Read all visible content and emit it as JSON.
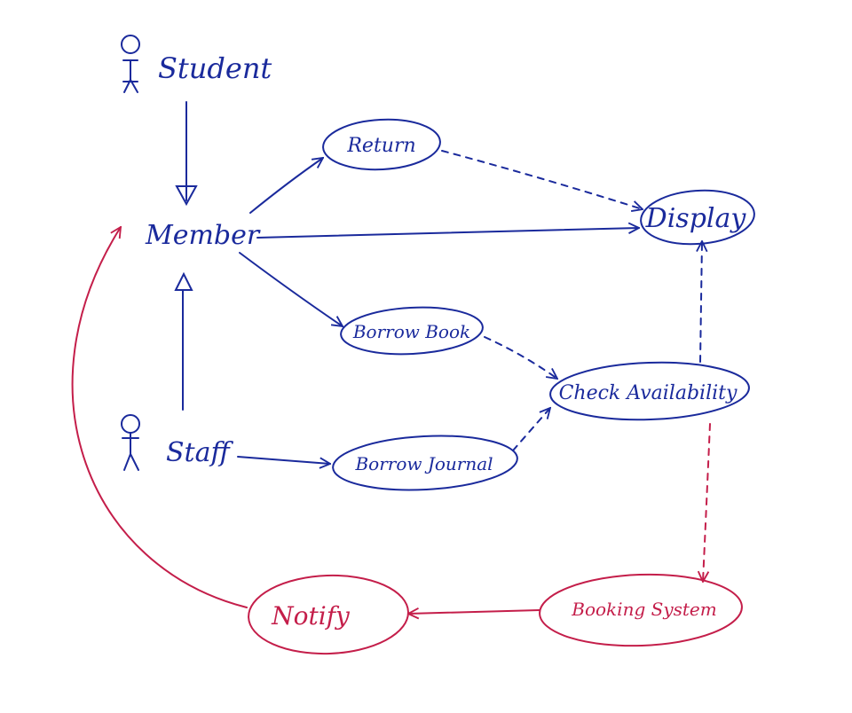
{
  "colors": {
    "blue": "#1a2a9c",
    "red": "#c41e4a"
  },
  "actors": {
    "student": "Student",
    "member": "Member",
    "staff": "Staff"
  },
  "use_cases": {
    "return": "Return",
    "display": "Display",
    "borrow_book": "Borrow Book",
    "check_availability": "Check Availability",
    "borrow_journal": "Borrow Journal",
    "booking_system": "Booking System",
    "notify": "Notify"
  }
}
